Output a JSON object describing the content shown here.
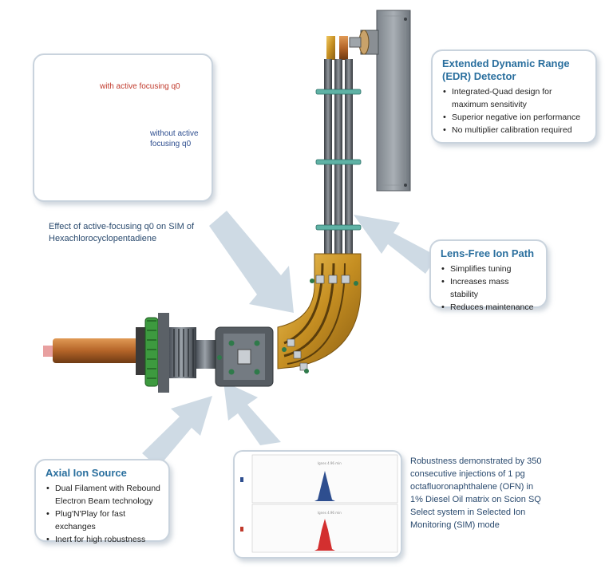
{
  "edr": {
    "title": "Extended Dynamic Range (EDR) Detector",
    "bullets": [
      "Integrated-Quad design for maximum sensitivity",
      "Superior negative ion performance",
      "No multiplier calibration required"
    ]
  },
  "lens": {
    "title": "Lens-Free Ion Path",
    "bullets": [
      "Simplifies tuning",
      "Increases mass stability",
      "Reduces maintenance"
    ]
  },
  "axial": {
    "title": "Axial Ion Source",
    "bullets": [
      "Dual Filament with Rebound Electron Beam technology",
      "Plug'N'Play for fast exchanges",
      "Inert for high robustness"
    ]
  },
  "sim_chart": {
    "label_active": "with active focusing q0",
    "label_without": "without active focusing q0",
    "caption": "Effect of active-focusing q0 on SIM of Hexachlorocyclopentadiene",
    "colors": {
      "active": "#c0392b",
      "without": "#2e4e8f"
    }
  },
  "robust_caption": "Robustness demonstrated by 350 consecutive injections of 1 pg octafluoronaphthalene (OFN) in 1% Diesel Oil matrix on Scion SQ Select system in Selected Ion Monitoring (SIM) mode"
}
